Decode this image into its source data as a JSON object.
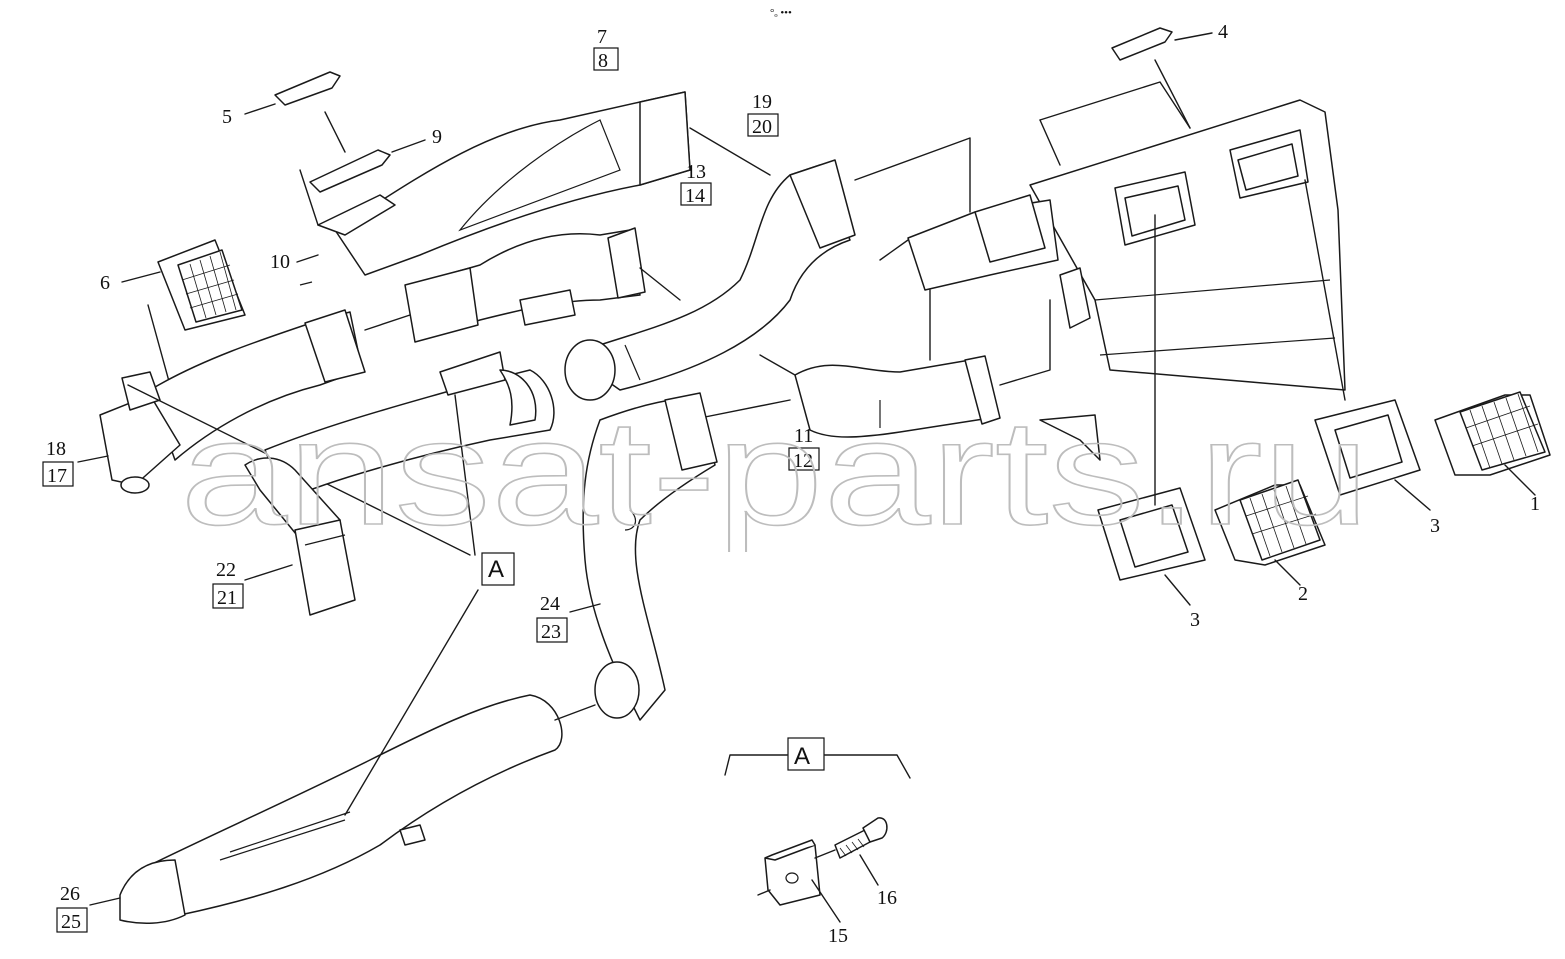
{
  "watermark": "ansat-parts.ru",
  "top_mark": "°ₒ •••",
  "reference_marker": "A",
  "detail_view_marker": "A",
  "labels": {
    "l1": "1",
    "l2": "2",
    "l3a": "3",
    "l3b": "3",
    "l4": "4",
    "l5": "5",
    "l6": "6",
    "l7": "7",
    "l8": "8",
    "l9": "9",
    "l10": "10",
    "l11": "11",
    "l12": "12",
    "l13": "13",
    "l14": "14",
    "l15": "15",
    "l16": "16",
    "l17": "17",
    "l18": "18",
    "l19": "19",
    "l20": "20",
    "l21": "21",
    "l22": "22",
    "l23": "23",
    "l24": "24",
    "l25": "25",
    "l26": "26"
  }
}
